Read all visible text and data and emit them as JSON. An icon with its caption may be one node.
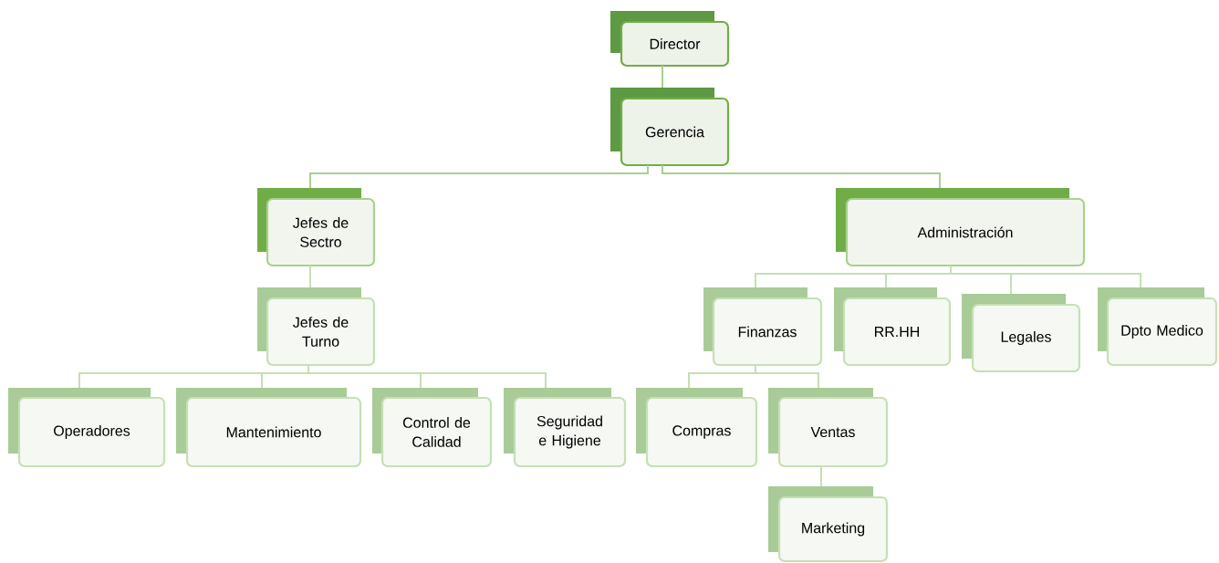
{
  "diagram": {
    "nodes": [
      {
        "text": [
          "Director"
        ]
      },
      {
        "text": [
          "Gerencia"
        ]
      },
      {
        "text": [
          "Jefes de Sectro"
        ]
      },
      {
        "text": [
          "Administración"
        ]
      },
      {
        "text": [
          "Jefes de Turno"
        ]
      },
      {
        "text": [
          "Finanzas"
        ]
      },
      {
        "text": [
          "RR.HH"
        ]
      },
      {
        "text": [
          "Legales"
        ]
      },
      {
        "text": [
          "Dpto Medico"
        ]
      },
      {
        "text": [
          "Operadores"
        ]
      },
      {
        "text": [
          "Mantenimiento"
        ]
      },
      {
        "text": [
          "Control de Calidad"
        ]
      },
      {
        "text": [
          "Seguridad e Higiene"
        ]
      },
      {
        "text": [
          "Compras"
        ]
      },
      {
        "text": [
          "Ventas"
        ]
      },
      {
        "text": [
          "Marketing"
        ]
      }
    ],
    "edges": [
      {
        "from": 0,
        "to": 1,
        "arrow": "none"
      },
      {
        "from": 1,
        "to": 2,
        "arrow": "none"
      },
      {
        "from": 1,
        "to": 3,
        "arrow": "none"
      },
      {
        "from": 2,
        "to": 4,
        "arrow": "none"
      },
      {
        "from": 4,
        "to": 9,
        "arrow": "none"
      },
      {
        "from": 4,
        "to": 10,
        "arrow": "none"
      },
      {
        "from": 4,
        "to": 11,
        "arrow": "none"
      },
      {
        "from": 4,
        "to": 12,
        "arrow": "none"
      },
      {
        "from": 3,
        "to": 5,
        "arrow": "none"
      },
      {
        "from": 3,
        "to": 6,
        "arrow": "none"
      },
      {
        "from": 3,
        "to": 7,
        "arrow": "none"
      },
      {
        "from": 3,
        "to": 8,
        "arrow": "none"
      },
      {
        "from": 5,
        "to": 13,
        "arrow": "none"
      },
      {
        "from": 5,
        "to": 14,
        "arrow": "none"
      },
      {
        "from": 14,
        "to": 15,
        "arrow": "none"
      }
    ]
  }
}
